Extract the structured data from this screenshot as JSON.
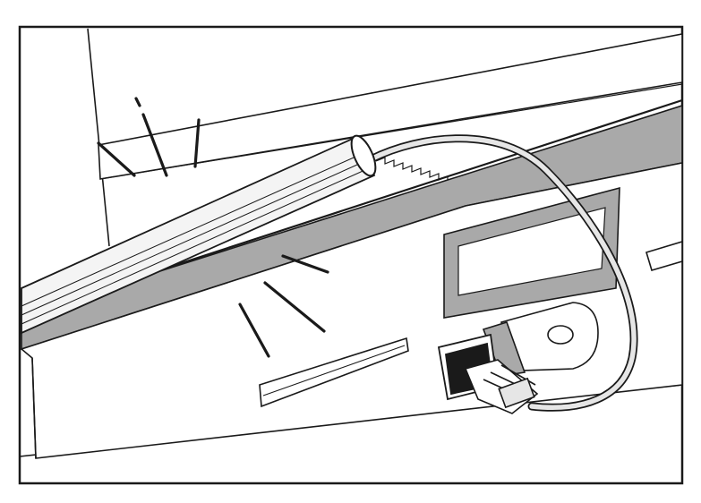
{
  "illustration": {
    "kind": "assembly-instruction-drawing",
    "parts": [
      "led-light-bar",
      "power-cable",
      "usb-plug",
      "usb-port",
      "cabinet-mounting-strip",
      "mounting-bracket",
      "snap-click-marks"
    ],
    "colors": {
      "outline": "#1a1a1a",
      "panel_fill": "#ffffff",
      "shadow_fill": "#a9a9a9",
      "cable_fill": "#e6e6e6",
      "bar_fill": "#f4f4f4"
    },
    "text_labels": []
  }
}
